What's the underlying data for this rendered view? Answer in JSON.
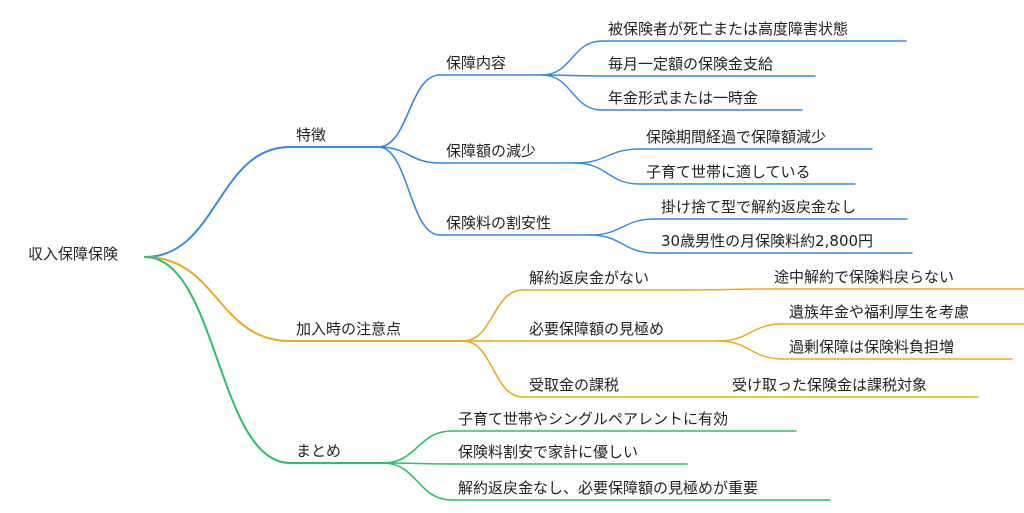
{
  "root": "収入保障保険",
  "colors": {
    "blue": "#2f8ae8",
    "orange": "#f0a81a",
    "green": "#28c26a"
  },
  "branches": [
    {
      "label": "特徴",
      "color": "blue",
      "children": [
        {
          "label": "保障内容",
          "children": [
            "被保険者が死亡または高度障害状態",
            "毎月一定額の保険金支給",
            "年金形式または一時金"
          ]
        },
        {
          "label": "保障額の減少",
          "children": [
            "保険期間経過で保障額減少",
            "子育て世帯に適している"
          ]
        },
        {
          "label": "保険料の割安性",
          "children": [
            "掛け捨て型で解約返戻金なし",
            "30歳男性の月保険料約2,800円"
          ]
        }
      ]
    },
    {
      "label": "加入時の注意点",
      "color": "orange",
      "children": [
        {
          "label": "解約返戻金がない",
          "children": [
            "途中解約で保険料戻らない"
          ]
        },
        {
          "label": "必要保障額の見極め",
          "children": [
            "遺族年金や福利厚生を考慮",
            "過剰保障は保険料負担増"
          ]
        },
        {
          "label": "受取金の課税",
          "children": [
            "受け取った保険金は課税対象"
          ]
        }
      ]
    },
    {
      "label": "まとめ",
      "color": "green",
      "children": [
        {
          "label": "子育て世帯やシングルペアレントに有効"
        },
        {
          "label": "保険料割安で家計に優しい"
        },
        {
          "label": "解約返戻金なし、必要保障額の見極めが重要"
        }
      ]
    }
  ]
}
